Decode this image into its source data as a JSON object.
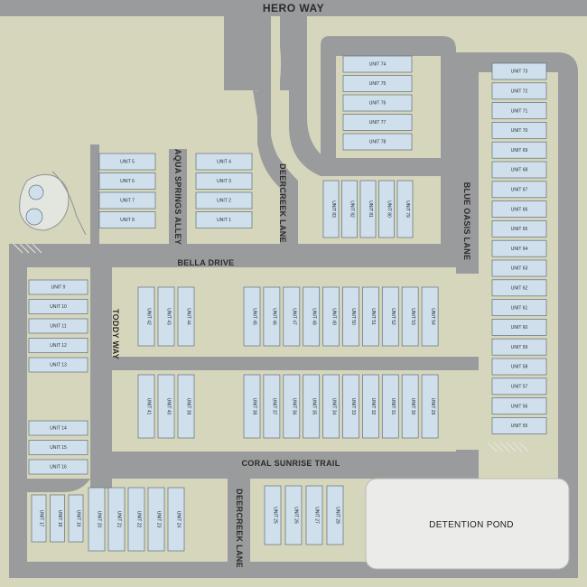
{
  "roads": {
    "hero_way": "HERO WAY",
    "bella_drive": "BELLA DRIVE",
    "toddy_way": "TODDY WAY",
    "aqua_springs_alley": "AQUA SPRINGS ALLEY",
    "deercreek_lane": "DEERCREEK LANE",
    "blue_oasis_lane": "BLUE OASIS LANE",
    "coral_sunrise_trail": "CORAL SUNRISE TRAIL"
  },
  "detention_pond": "DETENTION POND",
  "colors": {
    "road": "#9a9b9c",
    "lawn": "#d6d6bd",
    "unit_fill": "#cfe0ec",
    "unit_stroke": "#5f6f7a",
    "pond": "#ebebea"
  },
  "units": [
    {
      "id": 1,
      "label": "UNIT 1"
    },
    {
      "id": 2,
      "label": "UNIT 2"
    },
    {
      "id": 3,
      "label": "UNIT 3"
    },
    {
      "id": 4,
      "label": "UNIT 4"
    },
    {
      "id": 5,
      "label": "UNIT 5"
    },
    {
      "id": 6,
      "label": "UNIT 6"
    },
    {
      "id": 7,
      "label": "UNIT 7"
    },
    {
      "id": 8,
      "label": "UNIT 8"
    },
    {
      "id": 9,
      "label": "UNIT 9"
    },
    {
      "id": 10,
      "label": "UNIT 10"
    },
    {
      "id": 11,
      "label": "UNIT 11"
    },
    {
      "id": 12,
      "label": "UNIT 12"
    },
    {
      "id": 13,
      "label": "UNIT 13"
    },
    {
      "id": 14,
      "label": "UNIT 14"
    },
    {
      "id": 15,
      "label": "UNIT 15"
    },
    {
      "id": 16,
      "label": "UNIT 16"
    },
    {
      "id": 17,
      "label": "UNIT 17"
    },
    {
      "id": 18,
      "label": "UNIT 18"
    },
    {
      "id": 19,
      "label": "UNIT 19"
    },
    {
      "id": 20,
      "label": "UNIT 20"
    },
    {
      "id": 21,
      "label": "UNIT 21"
    },
    {
      "id": 22,
      "label": "UNIT 22"
    },
    {
      "id": 23,
      "label": "UNIT 23"
    },
    {
      "id": 24,
      "label": "UNIT 24"
    },
    {
      "id": 25,
      "label": "UNIT 25"
    },
    {
      "id": 26,
      "label": "UNIT 26"
    },
    {
      "id": 27,
      "label": "UNIT 27"
    },
    {
      "id": 28,
      "label": "UNIT 28"
    },
    {
      "id": 29,
      "label": "UNIT 29"
    },
    {
      "id": 30,
      "label": "UNIT 30"
    },
    {
      "id": 31,
      "label": "UNIT 31"
    },
    {
      "id": 32,
      "label": "UNIT 32"
    },
    {
      "id": 33,
      "label": "UNIT 33"
    },
    {
      "id": 34,
      "label": "UNIT 34"
    },
    {
      "id": 35,
      "label": "UNIT 35"
    },
    {
      "id": 36,
      "label": "UNIT 36"
    },
    {
      "id": 37,
      "label": "UNIT 37"
    },
    {
      "id": 38,
      "label": "UNIT 38"
    },
    {
      "id": 39,
      "label": "UNIT 39"
    },
    {
      "id": 40,
      "label": "UNIT 40"
    },
    {
      "id": 41,
      "label": "UNIT 41"
    },
    {
      "id": 42,
      "label": "UNIT 42"
    },
    {
      "id": 43,
      "label": "UNIT 43"
    },
    {
      "id": 44,
      "label": "UNIT 44"
    },
    {
      "id": 45,
      "label": "UNIT 45"
    },
    {
      "id": 46,
      "label": "UNIT 46"
    },
    {
      "id": 47,
      "label": "UNIT 47"
    },
    {
      "id": 48,
      "label": "UNIT 48"
    },
    {
      "id": 49,
      "label": "UNIT 49"
    },
    {
      "id": 50,
      "label": "UNIT 50"
    },
    {
      "id": 51,
      "label": "UNIT 51"
    },
    {
      "id": 52,
      "label": "UNIT 52"
    },
    {
      "id": 53,
      "label": "UNIT 53"
    },
    {
      "id": 54,
      "label": "UNIT 54"
    },
    {
      "id": 55,
      "label": "UNIT 55"
    },
    {
      "id": 56,
      "label": "UNIT 56"
    },
    {
      "id": 57,
      "label": "UNIT 57"
    },
    {
      "id": 58,
      "label": "UNIT 58"
    },
    {
      "id": 59,
      "label": "UNIT 59"
    },
    {
      "id": 60,
      "label": "UNIT 60"
    },
    {
      "id": 61,
      "label": "UNIT 61"
    },
    {
      "id": 62,
      "label": "UNIT 62"
    },
    {
      "id": 63,
      "label": "UNIT 63"
    },
    {
      "id": 64,
      "label": "UNIT 64"
    },
    {
      "id": 65,
      "label": "UNIT 65"
    },
    {
      "id": 66,
      "label": "UNIT 66"
    },
    {
      "id": 67,
      "label": "UNIT 67"
    },
    {
      "id": 68,
      "label": "UNIT 68"
    },
    {
      "id": 69,
      "label": "UNIT 69"
    },
    {
      "id": 70,
      "label": "UNIT 70"
    },
    {
      "id": 71,
      "label": "UNIT 71"
    },
    {
      "id": 72,
      "label": "UNIT 72"
    },
    {
      "id": 73,
      "label": "UNIT 73"
    },
    {
      "id": 74,
      "label": "UNIT 74"
    },
    {
      "id": 75,
      "label": "UNIT 75"
    },
    {
      "id": 76,
      "label": "UNIT 76"
    },
    {
      "id": 77,
      "label": "UNIT 77"
    },
    {
      "id": 78,
      "label": "UNIT 78"
    },
    {
      "id": 79,
      "label": "UNIT 79"
    },
    {
      "id": 80,
      "label": "UNIT 80"
    },
    {
      "id": 81,
      "label": "UNIT 81"
    },
    {
      "id": 82,
      "label": "UNIT 82"
    },
    {
      "id": 83,
      "label": "UNIT 83"
    }
  ]
}
